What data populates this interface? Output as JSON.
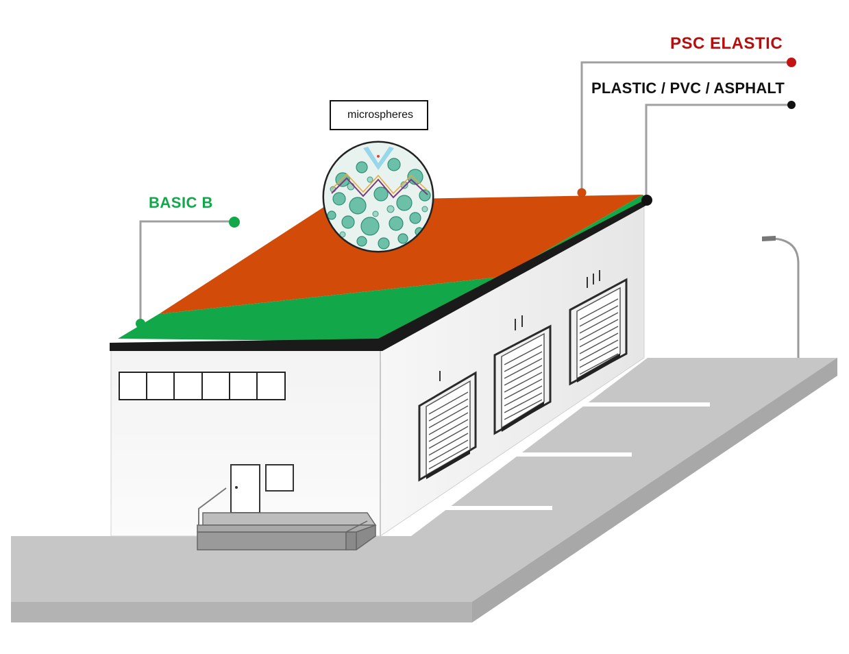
{
  "labels": {
    "psc_elastic": "PSC ELASTIC",
    "plastic_pvc_asphalt": "PLASTIC / PVC / ASPHALT",
    "basic_b": "BASIC B",
    "microspheres": "microspheres"
  },
  "door_numerals": [
    "I",
    "II",
    "III"
  ],
  "colors": {
    "psc_elastic": "#b30f0f",
    "plastic_pvc_asphalt": "#111111",
    "basic_b": "#12a84a",
    "roof_top": "#d24b08",
    "roof_green": "#12a84a",
    "roof_edge": "#1a1a1a",
    "walls": "#f4f4f4",
    "pavement": "#c6c6c6",
    "leader_line": "#a0a0a0",
    "microsphere": "#5fb8a0"
  },
  "icons": [
    "street-lamp-icon"
  ]
}
